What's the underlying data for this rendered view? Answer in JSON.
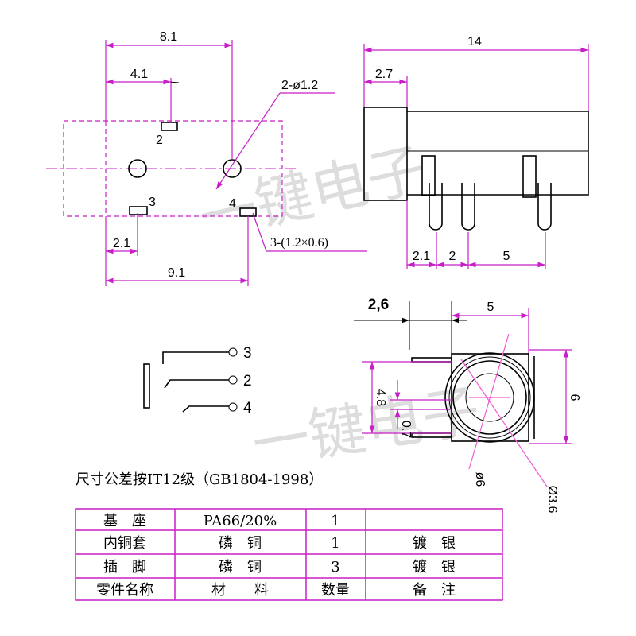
{
  "top_view": {
    "dim_overall": "8.1",
    "dim_pin2_offset": "4.1",
    "hole_callout": "2-ø1.2",
    "dim_pin3_offset": "2.1",
    "dim_pin4_offset": "9.1",
    "pad_callout": "3-(1.2×0.6)",
    "pin_labels": {
      "pin2": "2",
      "pin3": "3",
      "pin4": "4"
    }
  },
  "side_view": {
    "dim_length": "14",
    "dim_flange": "2.7",
    "dim_pin_a": "2.1",
    "dim_pin_b": "2",
    "dim_pin_c": "5"
  },
  "front_view": {
    "dim_tab": "2,6",
    "dim_width": "5",
    "dim_height": "6",
    "dim_pin_span": "4.8",
    "dim_pin_thk": "0.7",
    "dia_outer": "ø6",
    "dia_inner": "Ø3.6"
  },
  "schematic": {
    "pins": {
      "top": "3",
      "middle": "2",
      "bottom": "4"
    }
  },
  "watermark": {
    "top": "一键电子",
    "bottom": "一键电子"
  },
  "tolerance_note": "尺寸公差按IT12级（GB1804-1998）",
  "bom": {
    "rows": [
      [
        "基　座",
        "PA66/20%",
        "1",
        ""
      ],
      [
        "内铜套",
        "磷　铜",
        "1",
        "镀　银"
      ],
      [
        "插　脚",
        "磷　铜",
        "3",
        "镀　银"
      ],
      [
        "零件名称",
        "材　　料",
        "数量",
        "备　注"
      ]
    ]
  },
  "colors": {
    "outline": "#000000",
    "dimension": "#c81ec8",
    "table_border": "#c81ec8",
    "watermark": "#b4b4b4"
  }
}
